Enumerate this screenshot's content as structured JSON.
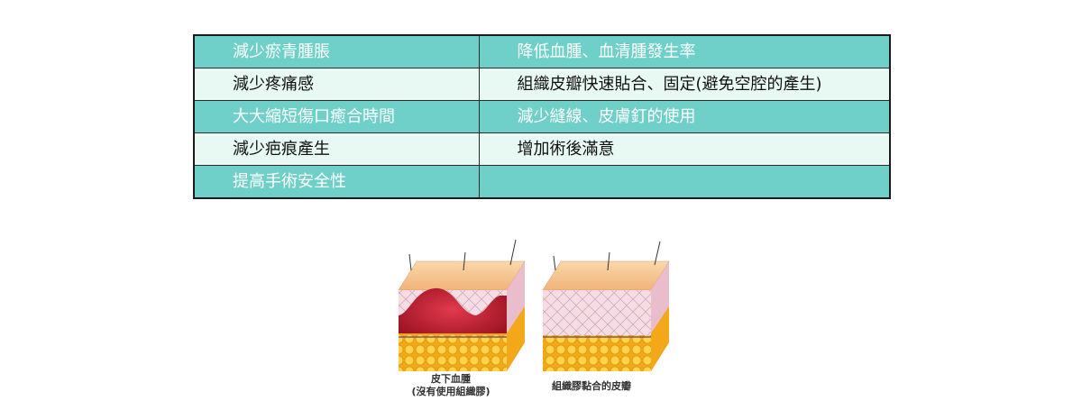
{
  "table": {
    "rows": [
      {
        "left": "減少瘀青腫脹",
        "right": "降低血腫、血清腫發生率"
      },
      {
        "left": "減少疼痛感",
        "right": "組織皮瓣快速貼合、固定(避免空腔的產生)"
      },
      {
        "left": "大大縮短傷口癒合時間",
        "right": "減少縫線、皮膚釘的使用"
      },
      {
        "left": "減少疤痕產生",
        "right": "增加術後滿意"
      },
      {
        "left": "提高手術安全性",
        "right": ""
      }
    ],
    "colors": {
      "dark_row": "#6fd0c9",
      "light_row": "#e8f9f3",
      "border": "#1a1a1a"
    }
  },
  "illustration": {
    "left_caption_line1": "皮下血腫",
    "left_caption_line2": "(沒有使用組織膠)",
    "right_caption": "組織膠黏合的皮瓣",
    "icons": [
      "skin-with-hematoma-icon",
      "skin-sealed-flap-icon"
    ]
  }
}
